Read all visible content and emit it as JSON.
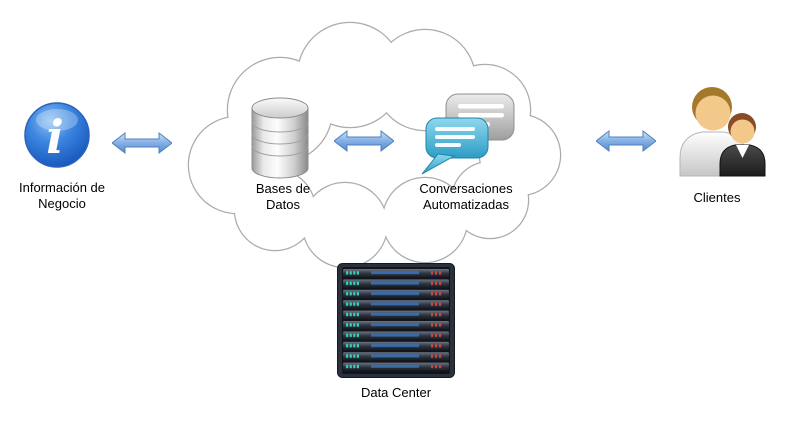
{
  "diagram": {
    "title": "Automated conversations cloud diagram",
    "nodes": {
      "info": {
        "label": "Información de Negocio",
        "icon": "info-icon"
      },
      "database": {
        "label": "Bases de Datos",
        "icon": "database-cylinder-icon"
      },
      "conversations": {
        "label": "Conversaciones Automatizadas",
        "icon": "chat-bubbles-icon"
      },
      "clients": {
        "label": "Clientes",
        "icon": "people-icon"
      },
      "datacenter": {
        "label": "Data Center",
        "icon": "server-rack-icon"
      }
    },
    "connectors": [
      {
        "id": "info-database",
        "type": "double-arrow"
      },
      {
        "id": "database-conversations",
        "type": "double-arrow"
      },
      {
        "id": "conversations-clients",
        "type": "double-arrow"
      }
    ],
    "colors": {
      "arrow_fill": "#8ab4e8",
      "arrow_stroke": "#4f81bd",
      "cloud_stroke": "#ababab",
      "info_icon_blue": "#1a5bc0",
      "chat_bubble_blue": "#2c9cc4",
      "chat_bubble_gray": "#a8a8a8",
      "server_led_green": "#35d0ba",
      "server_led_red": "#cc4444"
    }
  }
}
